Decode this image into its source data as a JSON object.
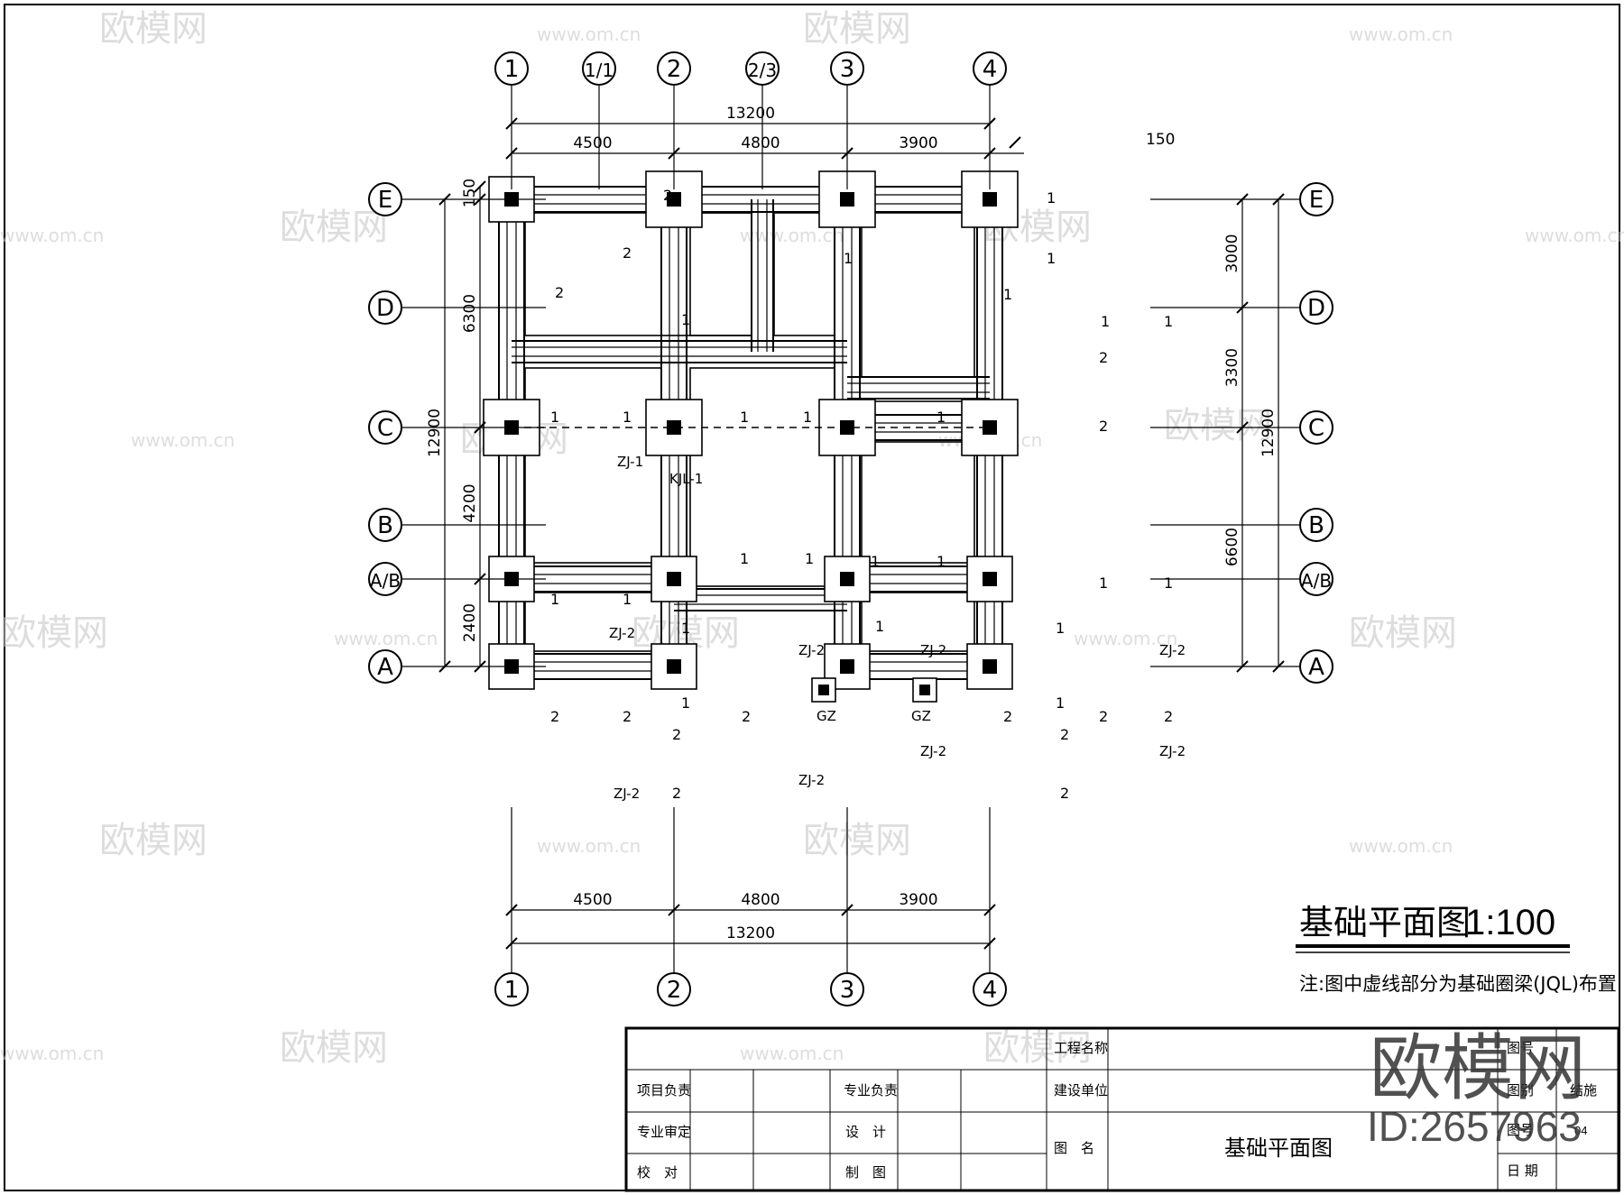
{
  "drawing": {
    "title": "基础平面图",
    "scale": "1:100",
    "note": "注:图中虚线部分为基础圈梁(JQL)布置"
  },
  "axes": {
    "top_labels": [
      "1",
      "1/1",
      "2",
      "2/3",
      "3",
      "4"
    ],
    "bottom_labels": [
      "1",
      "2",
      "3",
      "4"
    ],
    "row_labels": [
      "E",
      "D",
      "C",
      "B",
      "A/B",
      "A"
    ]
  },
  "dimensions": {
    "top_total": "13200",
    "top_segments": [
      "4500",
      "4800",
      "3900"
    ],
    "top_extra": "150",
    "bottom_segments": [
      "4500",
      "4800",
      "3900"
    ],
    "bottom_total": "13200",
    "left_total": "12900",
    "left_segments": [
      "150",
      "6300",
      "4200",
      "2400"
    ],
    "right_total": "12900",
    "right_segments": [
      "3000",
      "3300",
      "6600"
    ]
  },
  "members": {
    "zj1": "ZJ-1",
    "zj2": "ZJ-2",
    "kjl1": "KJL-1",
    "gz": "GZ",
    "section_labels": [
      "1",
      "2"
    ]
  },
  "title_block": {
    "project_name_label": "工程名称",
    "client_label": "建设单位",
    "drawing_name_label": "图　名",
    "drawing_name": "基础平面图",
    "project_lead": "项目负责",
    "discipline_lead": "专业负责",
    "discipline_review": "专业审定",
    "design": "设　计",
    "check": "校　对",
    "draft": "制　图",
    "sheet_no_label": "图号",
    "sheet_class_label": "图别",
    "sheet_class": "结施",
    "sheet_no": "04",
    "date_label": "日 期"
  },
  "watermark": {
    "brand": "欧模网",
    "url": "www.om.cn",
    "id": "ID:2657963"
  }
}
